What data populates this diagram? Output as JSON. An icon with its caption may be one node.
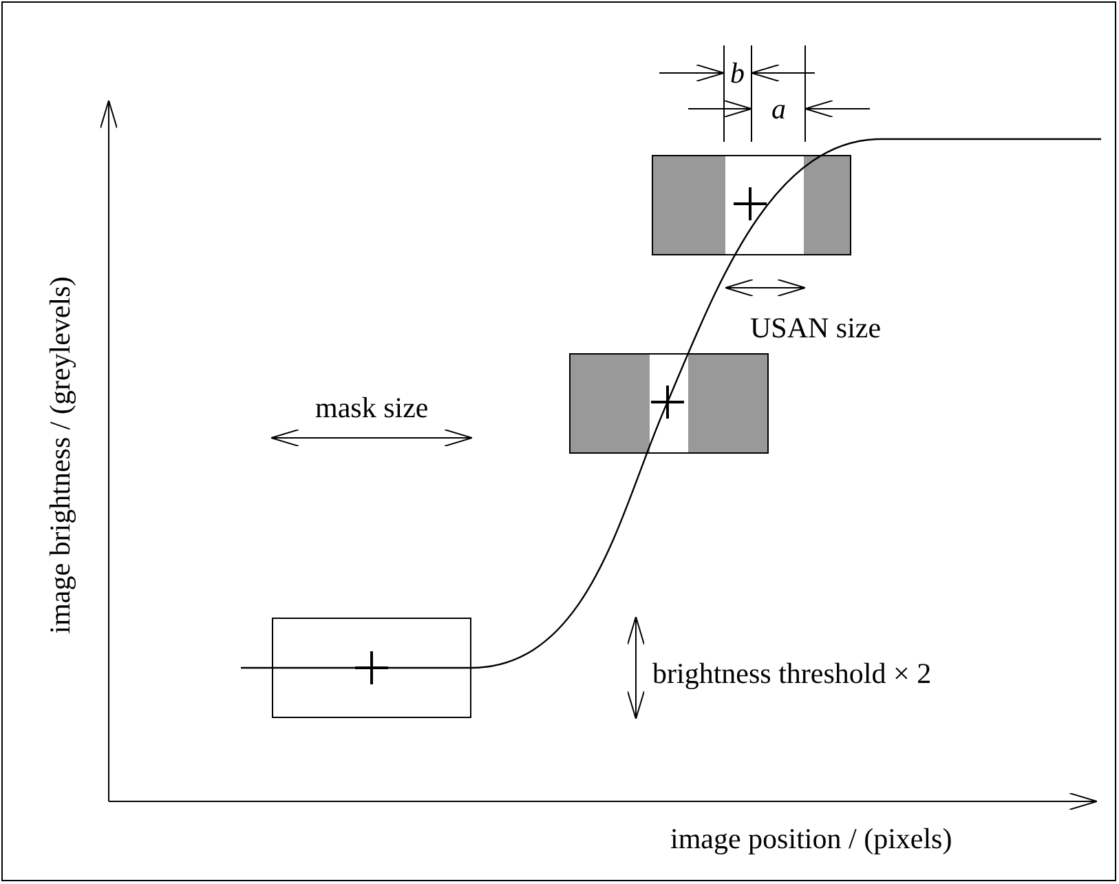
{
  "diagram": {
    "labels": [
      "b",
      "a",
      "USAN size",
      "mask size",
      "brightness threshold × 2",
      "image brightness / (greylevels)",
      "image position / (pixels)"
    ]
  }
}
